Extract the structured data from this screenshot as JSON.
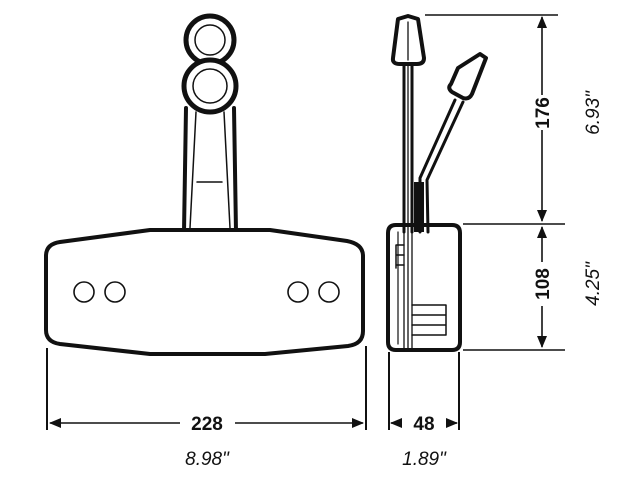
{
  "diagram": {
    "subject": "Single-lever engine control box dimension drawing",
    "views": [
      "front-view",
      "side-view"
    ],
    "colors": {
      "line": "#111111",
      "background": "#ffffff"
    }
  },
  "dimensions": {
    "width": {
      "mm": "228",
      "inch": "8.98\""
    },
    "depth": {
      "mm": "48",
      "inch": "1.89\""
    },
    "lever_height": {
      "mm": "176",
      "inch": "6.93\""
    },
    "box_height": {
      "mm": "108",
      "inch": "4.25\""
    }
  }
}
